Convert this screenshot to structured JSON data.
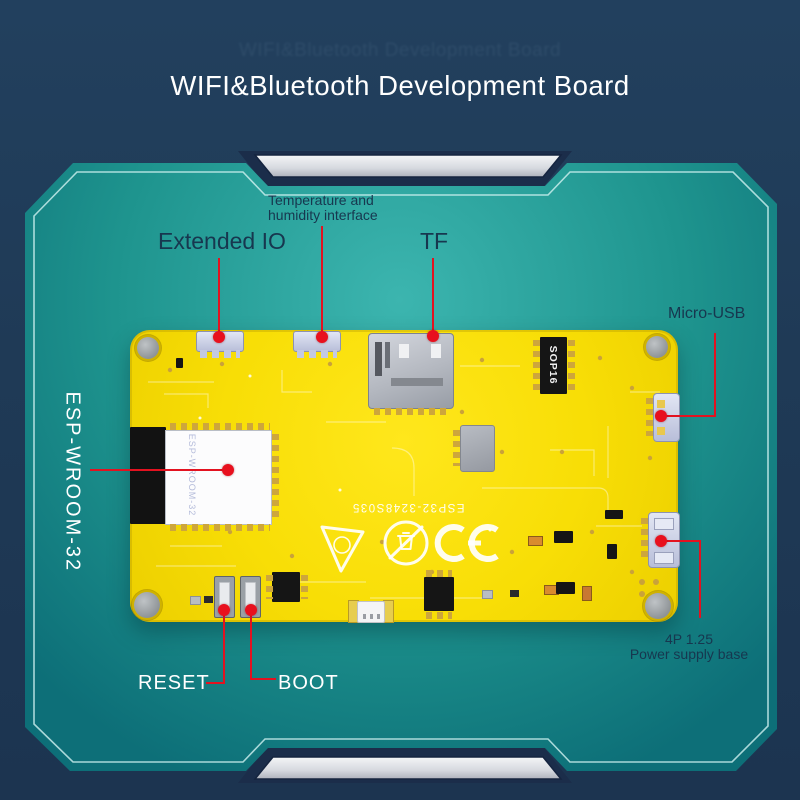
{
  "title": "WIFI&Bluetooth Development Board",
  "ghost_title": "WIFI&Bluetooth Development Board",
  "annotations": {
    "extended_io": "Extended IO",
    "temp_humidity_line1": "Temperature and",
    "temp_humidity_line2": "humidity interface",
    "tf": "TF",
    "micro_usb": "Micro-USB",
    "esp_module": "ESP-WROOM-32",
    "reset": "RESET",
    "boot": "BOOT",
    "power_line1": "4P 1.25",
    "power_line2": "Power supply base"
  },
  "board": {
    "chip_label": "SOP16",
    "module_print": "ESP-WROOM-32",
    "model_number": "ESP32-3248S035"
  },
  "colors": {
    "background": "#1F3A56",
    "panel_teal_light": "#3CB5AF",
    "panel_teal_dark": "#0D6F78",
    "frame_navy": "#1B2D4A",
    "silver_bar": "#D9DCE2",
    "pcb_yellow": "#F8DE06",
    "annotation_red": "#E31220",
    "label_dark": "#17374F",
    "label_light": "#FFFFFF"
  }
}
